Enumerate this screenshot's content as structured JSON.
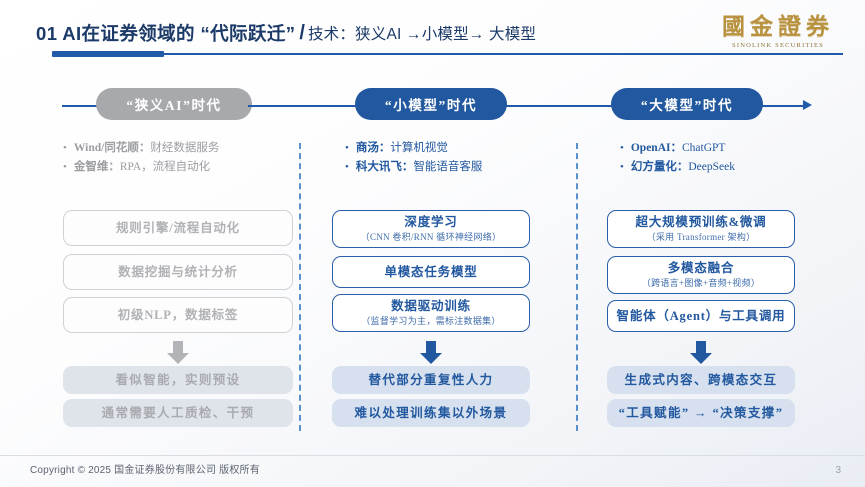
{
  "header": {
    "title_main": "01 AI在证券领域的 “代际跃迁”",
    "slash": "/",
    "title_sub": "技术：狭义AI →小模型→ 大模型",
    "logo_cn": "國金證券",
    "logo_en": "Sinolink Securities"
  },
  "timeline": [
    {
      "label": "“狭义AI”时代",
      "style": "gray"
    },
    {
      "label": "“小模型”时代",
      "style": "blue"
    },
    {
      "label": "“大模型”时代",
      "style": "blue"
    }
  ],
  "columns": [
    {
      "tone": "gray",
      "bullets": [
        {
          "bold": "Wind/同花顺：",
          "rest": "财经数据服务"
        },
        {
          "bold": "金智维：",
          "rest": "RPA，流程自动化"
        }
      ],
      "cards": [
        {
          "main": "规则引擎/流程自动化",
          "sub": ""
        },
        {
          "main": "数据挖掘与统计分析",
          "sub": ""
        },
        {
          "main": "初级NLP，数据标签",
          "sub": ""
        }
      ],
      "results": [
        {
          "main": "看似智能，实则预设"
        },
        {
          "main": "通常需要人工质检、干预"
        }
      ]
    },
    {
      "tone": "blue",
      "bullets": [
        {
          "bold": "商汤：",
          "rest": "计算机视觉"
        },
        {
          "bold": "科大讯飞：",
          "rest": "智能语音客服"
        }
      ],
      "cards": [
        {
          "main": "深度学习",
          "sub": "（CNN 卷积/RNN 循环神经网络）"
        },
        {
          "main": "单模态任务模型",
          "sub": ""
        },
        {
          "main": "数据驱动训练",
          "sub": "（监督学习为主，需标注数据集）"
        }
      ],
      "results": [
        {
          "main": "替代部分重复性人力"
        },
        {
          "main": "难以处理训练集以外场景"
        }
      ]
    },
    {
      "tone": "blue",
      "bullets": [
        {
          "bold": "OpenAI：",
          "rest": "ChatGPT"
        },
        {
          "bold": "幻方量化：",
          "rest": "DeepSeek"
        }
      ],
      "cards": [
        {
          "main": "超大规模预训练&微调",
          "sub": "（采用 Transformer 架构）"
        },
        {
          "main": "多模态融合",
          "sub": "（跨语言+图像+音频+视频）"
        },
        {
          "main": "智能体（Agent）与工具调用",
          "sub": ""
        }
      ],
      "results": [
        {
          "main": "生成式内容、跨模态交互"
        },
        {
          "main": "“工具赋能” → “决策支撑”"
        }
      ]
    }
  ],
  "footer": {
    "copyright": "Copyright © 2025 国金证券股份有限公司 版权所有",
    "page_number": "3"
  },
  "colors": {
    "brand_blue": "#22589f",
    "rule_blue": "#1f5ba8",
    "muted_gray": "#a7a9ac",
    "gold": "#b8923f"
  }
}
